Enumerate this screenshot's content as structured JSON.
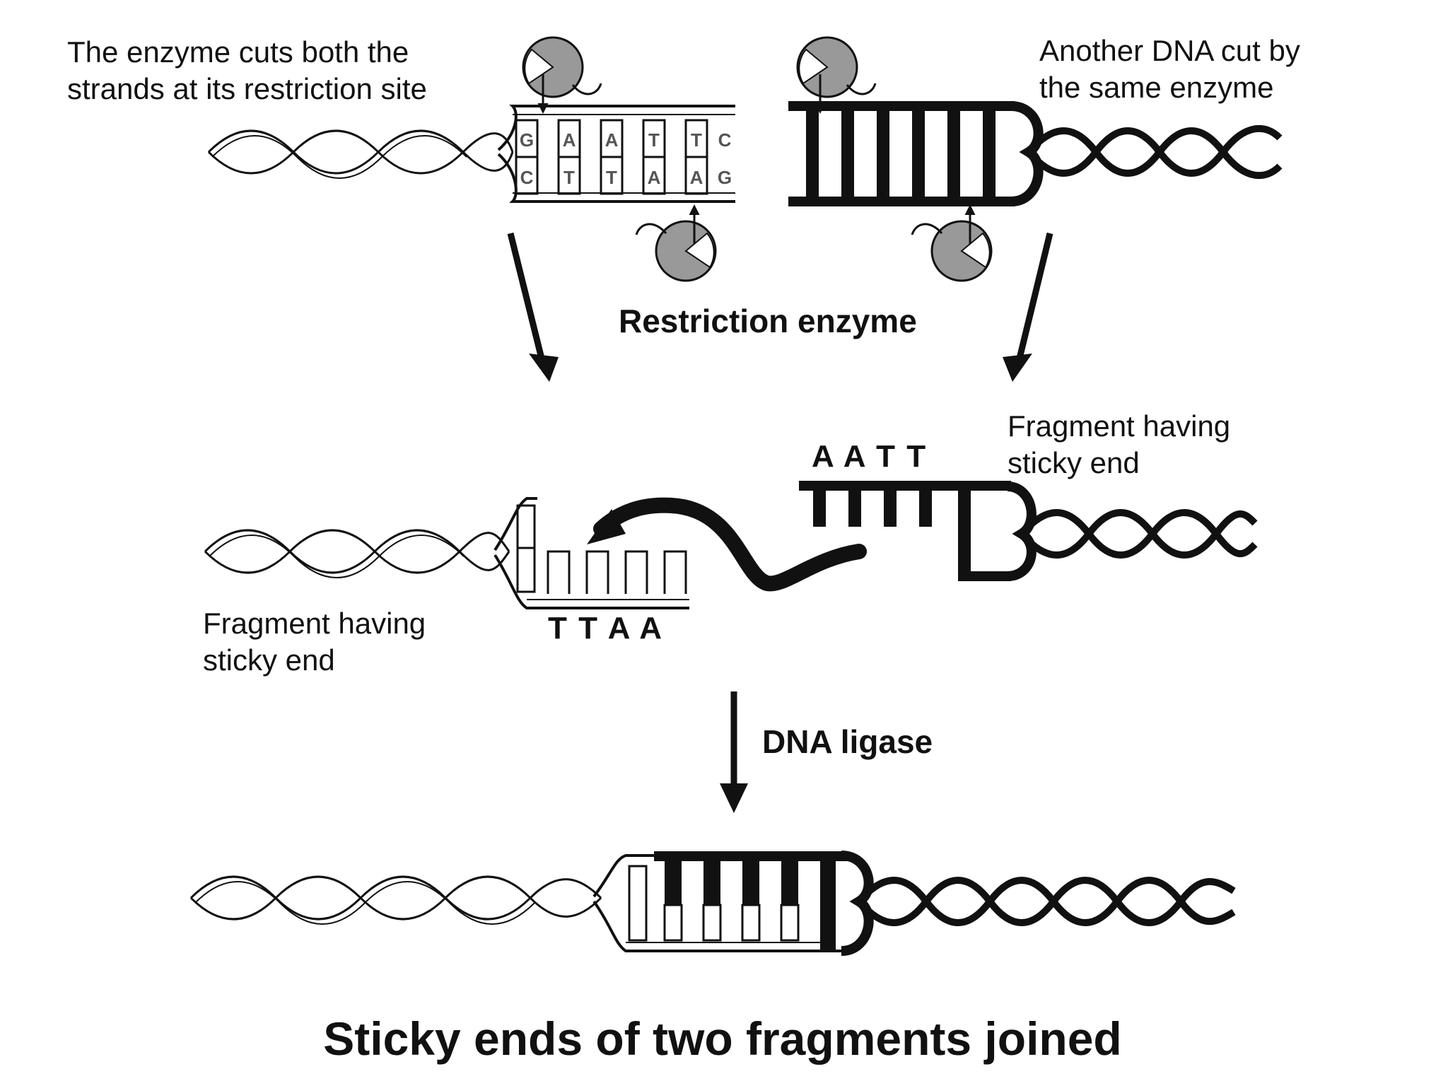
{
  "labels": {
    "enzyme_cut_line1": "The enzyme cuts both the",
    "enzyme_cut_line2": "strands at its restriction site",
    "another_dna_line1": "Another DNA cut by",
    "another_dna_line2": "the same enzyme",
    "restriction_enzyme": "Restriction enzyme",
    "fragment_right_line1": "Fragment having",
    "fragment_right_line2": "sticky end",
    "fragment_left_line1": "Fragment having",
    "fragment_left_line2": "sticky end",
    "sticky_seq_top": "A A T T",
    "sticky_seq_bottom": "T T A A",
    "dna_ligase": "DNA ligase",
    "title": "Sticky ends of two fragments joined"
  },
  "bases": {
    "top_strand": [
      "G",
      "A",
      "A",
      "T",
      "T",
      "C"
    ],
    "bottom_strand": [
      "C",
      "T",
      "T",
      "A",
      "A",
      "G"
    ]
  }
}
